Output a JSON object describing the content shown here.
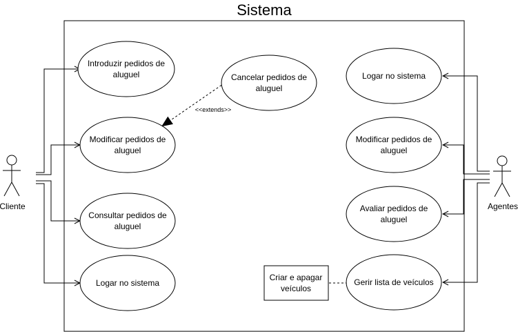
{
  "title": "Sistema",
  "actors": {
    "left": "Cliente",
    "right": "Agentes"
  },
  "use_cases": {
    "introduzir": [
      "Introduzir pedidos de",
      "aluguel"
    ],
    "modificar_cliente": [
      "Modificar pedidos de",
      "aluguel"
    ],
    "consultar": [
      "Consultar pedidos de",
      "aluguel"
    ],
    "logar_cliente": [
      "Logar no sistema"
    ],
    "cancelar": [
      "Cancelar pedidos de",
      "aluguel"
    ],
    "logar_agentes": [
      "Logar no sistema"
    ],
    "modificar_agentes": [
      "Modificar pedidos de",
      "aluguel"
    ],
    "avaliar": [
      "Avaliar pedidos de",
      "aluguel"
    ],
    "gerir": [
      "Gerir lista de veículos"
    ]
  },
  "box": [
    "Criar e apagar",
    "veículos"
  ],
  "extends_label": "<<extends>>"
}
